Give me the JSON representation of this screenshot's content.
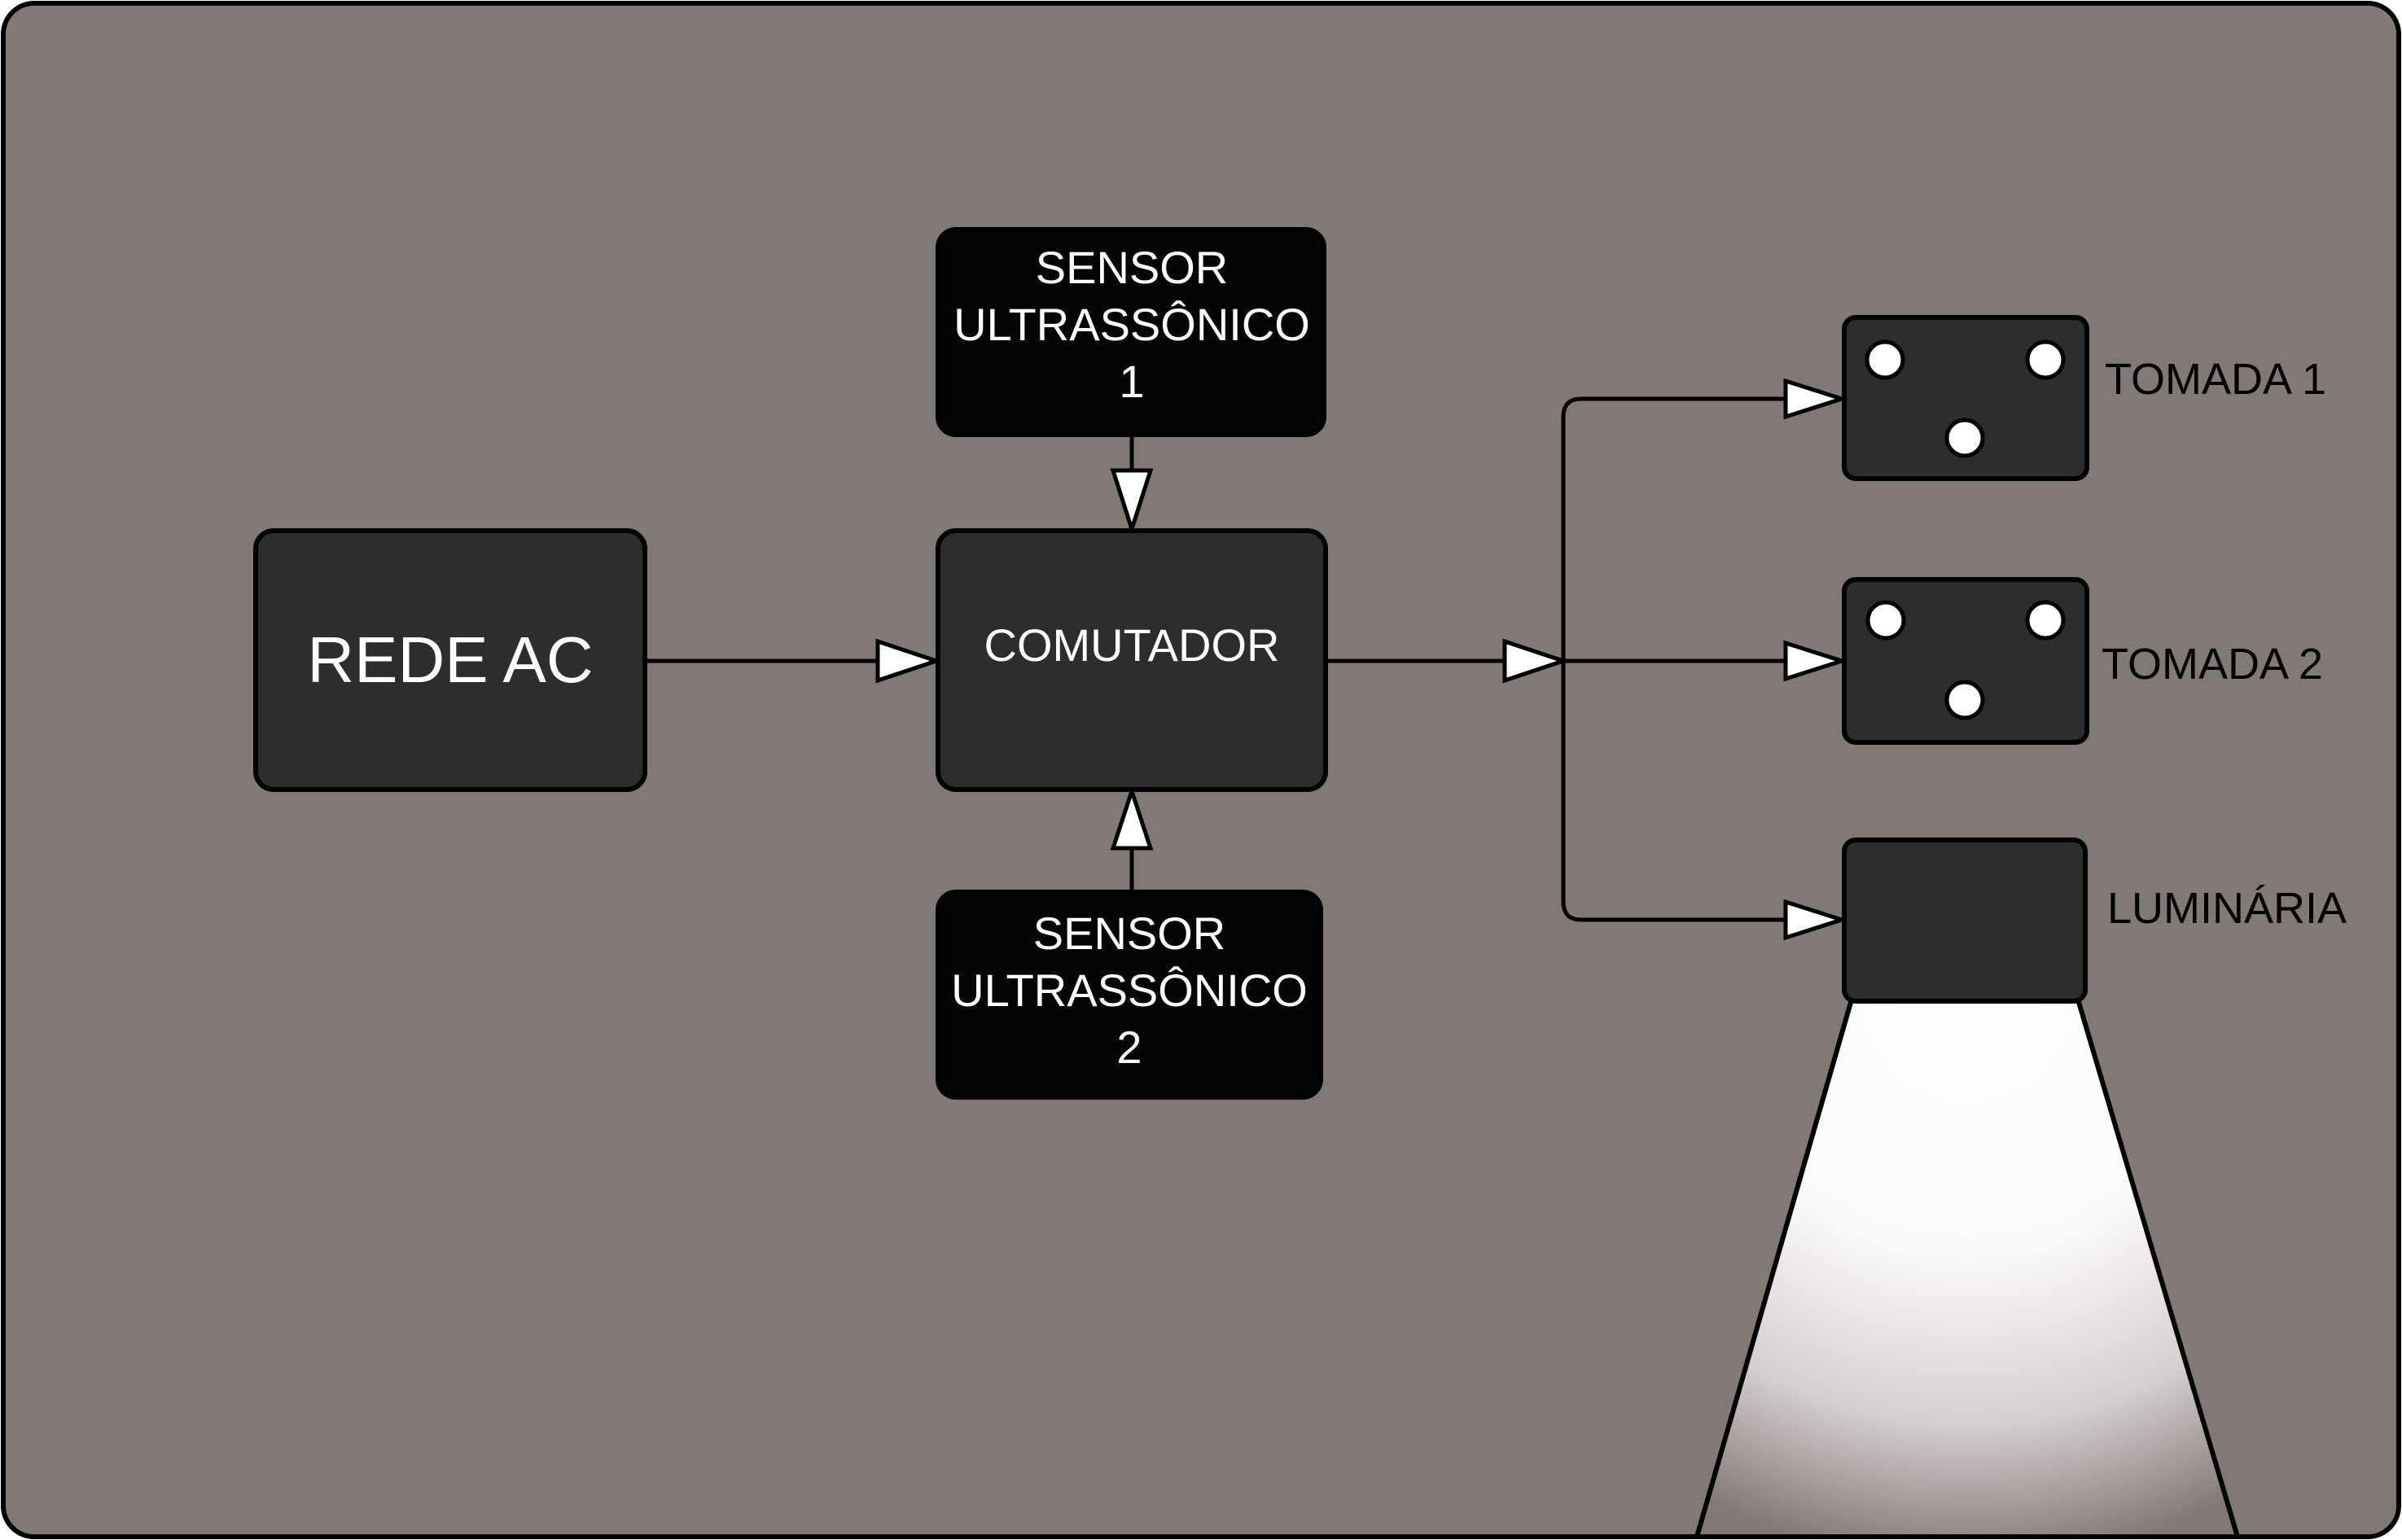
{
  "nodes": {
    "rede_ac": {
      "label": "REDE AC"
    },
    "comutador": {
      "label": "COMUTADOR"
    },
    "sensor1": {
      "line1": "SENSOR",
      "line2": "ULTRASSÔNICO",
      "line3": "1"
    },
    "sensor2": {
      "line1": "SENSOR",
      "line2": "ULTRASSÔNICO",
      "line3": "2"
    },
    "tomada1": {
      "label": "TOMADA 1"
    },
    "tomada2": {
      "label": "TOMADA 2"
    },
    "luminaria": {
      "label": "LUMINÁRIA"
    }
  },
  "edges": [
    {
      "from": "rede_ac",
      "to": "comutador"
    },
    {
      "from": "sensor1",
      "to": "comutador"
    },
    {
      "from": "sensor2",
      "to": "comutador"
    },
    {
      "from": "comutador",
      "to": "tomada1"
    },
    {
      "from": "comutador",
      "to": "tomada2"
    },
    {
      "from": "comutador",
      "to": "luminaria"
    }
  ],
  "colors": {
    "background": "#807975",
    "block": "#2f2d2c",
    "sensor_block": "#050505",
    "outline": "#000000",
    "text": "#ffffff"
  }
}
